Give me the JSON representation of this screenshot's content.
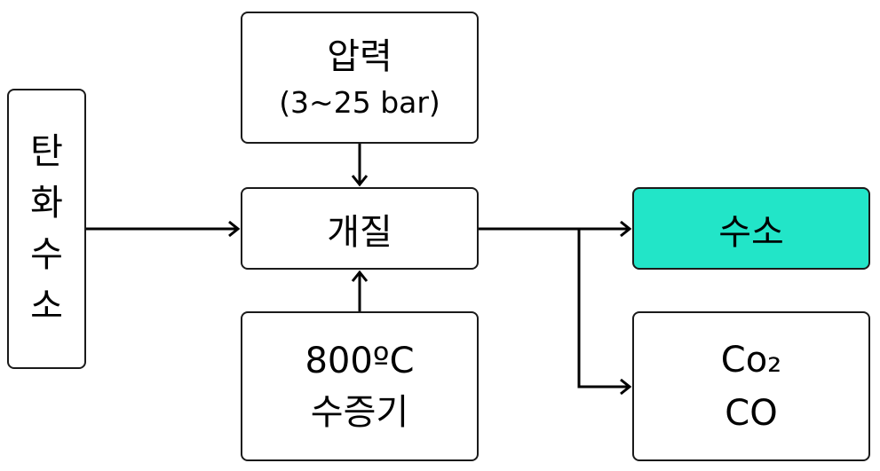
{
  "hydrocarbon": {
    "chars": [
      "탄",
      "화",
      "수",
      "소"
    ]
  },
  "pressure": {
    "title": "압력",
    "range": "(3~25 bar)"
  },
  "reforming": {
    "label": "개질"
  },
  "steam": {
    "temperature": "800ºC",
    "label": "수증기"
  },
  "hydrogen": {
    "label": "수소",
    "color": "#22e5c8"
  },
  "byproducts": {
    "line1": "Co₂",
    "line2": "CO"
  }
}
